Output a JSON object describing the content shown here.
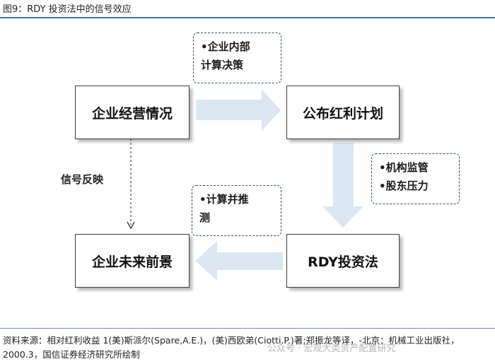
{
  "figure": {
    "title": "图9：RDY 投资法中的信号效应"
  },
  "boxes": {
    "operations": "企业经营情况",
    "dividend_plan": "公布红利计划",
    "rdy_method": "RDY投资法",
    "future": "企业未来前景"
  },
  "notes": {
    "internal_decision": [
      "•企业内部",
      "计算决策"
    ],
    "supervision": [
      "•机构监管",
      "•股东压力"
    ],
    "estimate": [
      "•计算并推",
      "测"
    ]
  },
  "labels": {
    "signal_reflection": "信号反映"
  },
  "source": {
    "text": "资料来源：相对红利收益 1(美)斯派尔(Spare,A.E.)，(美)西欧弟(Ciotti.P.)著;郑振龙等译，-北京：机械工业出版社，2000.3，国信证券经济研究所绘制"
  },
  "watermark": {
    "text": "公众号 · 宏观大类资产配置研究"
  },
  "colors": {
    "accent_rule": "#3d6fa8",
    "flow_arrow": "#dbe6f3",
    "box_border": "#3b3b3b",
    "note_border": "#2f4f6f"
  }
}
